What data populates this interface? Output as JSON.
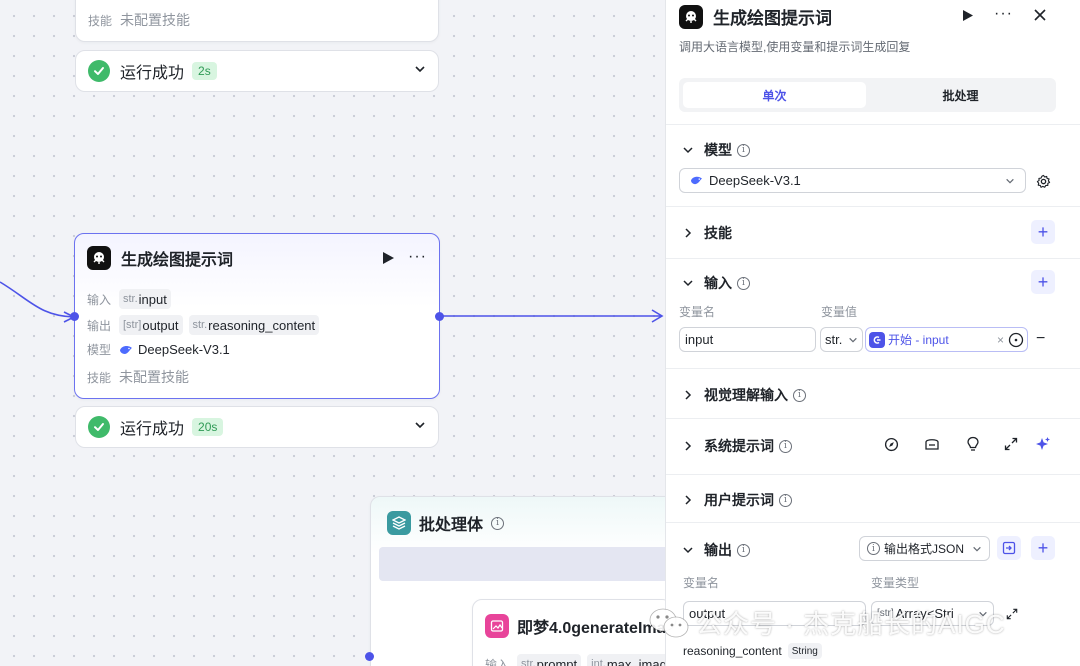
{
  "canvas": {
    "top_node": {
      "skill_label": "技能",
      "skill_value": "未配置技能",
      "status_text": "运行成功",
      "time": "2s"
    },
    "llm_node": {
      "title": "生成绘图提示词",
      "input_label": "输入",
      "input_tag": {
        "type": "str.",
        "name": "input"
      },
      "output_label": "输出",
      "output_tags": [
        {
          "type": "[str]",
          "name": "output"
        },
        {
          "type": "str.",
          "name": "reasoning_content"
        }
      ],
      "model_label": "模型",
      "model_value": "DeepSeek-V3.1",
      "skill_label": "技能",
      "skill_value": "未配置技能",
      "status_text": "运行成功",
      "time": "20s"
    },
    "batch_node": {
      "title": "批处理体"
    },
    "jimeng_node": {
      "title": "即梦4.0generateIma",
      "input_label": "输入",
      "input_tags": [
        {
          "type": "str.",
          "name": "prompt"
        },
        {
          "type": "int.",
          "name": "max_imag"
        }
      ]
    }
  },
  "panel": {
    "title": "生成绘图提示词",
    "subtitle": "调用大语言模型,使用变量和提示词生成回复",
    "tabs": [
      "单次",
      "批处理"
    ],
    "active_tab": 0,
    "model_section": {
      "label": "模型",
      "selected": "DeepSeek-V3.1"
    },
    "skills_section": {
      "label": "技能"
    },
    "input_section": {
      "label": "输入",
      "col_name": "变量名",
      "col_value": "变量值",
      "row": {
        "name": "input",
        "type": "str.",
        "ref_label": "开始 - input"
      }
    },
    "vision_section": {
      "label": "视觉理解输入"
    },
    "system_prompt_section": {
      "label": "系统提示词"
    },
    "user_prompt_section": {
      "label": "用户提示词"
    },
    "output_section": {
      "label": "输出",
      "format_button": "输出格式JSON",
      "col_name": "变量名",
      "col_type": "变量类型",
      "row": {
        "name": "output",
        "type_prefix": "[str]",
        "type": "Array<Stri"
      },
      "extra": {
        "name": "reasoning_content",
        "type": "String"
      }
    }
  },
  "watermark": "公众号 · 杰克船长的AIGC",
  "colors": {
    "accent": "#4d53e8",
    "success": "#3fba6a",
    "batch": "#3a9aa0",
    "jimeng": "#e8449a"
  }
}
